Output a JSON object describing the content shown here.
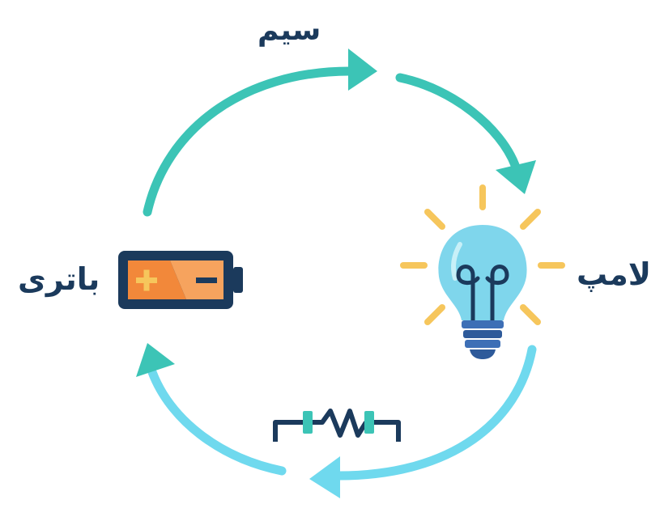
{
  "labels": {
    "wire": "سیم",
    "battery": "باتری",
    "lamp": "لامپ"
  },
  "battery": {
    "plus": "+",
    "minus": "−"
  },
  "colors": {
    "teal": "#3cc4b6",
    "light_cyan": "#6fd9ee",
    "navy": "#1b3a5c",
    "orange": "#f2883a",
    "orange_light": "#f6a35e",
    "bulb_glass": "#7fd6ec",
    "bulb_base": "#3d6fb6",
    "rays": "#f6c65c"
  },
  "icons": {
    "battery": "battery-icon",
    "lamp": "lightbulb-icon",
    "resistor": "resistor-icon"
  }
}
